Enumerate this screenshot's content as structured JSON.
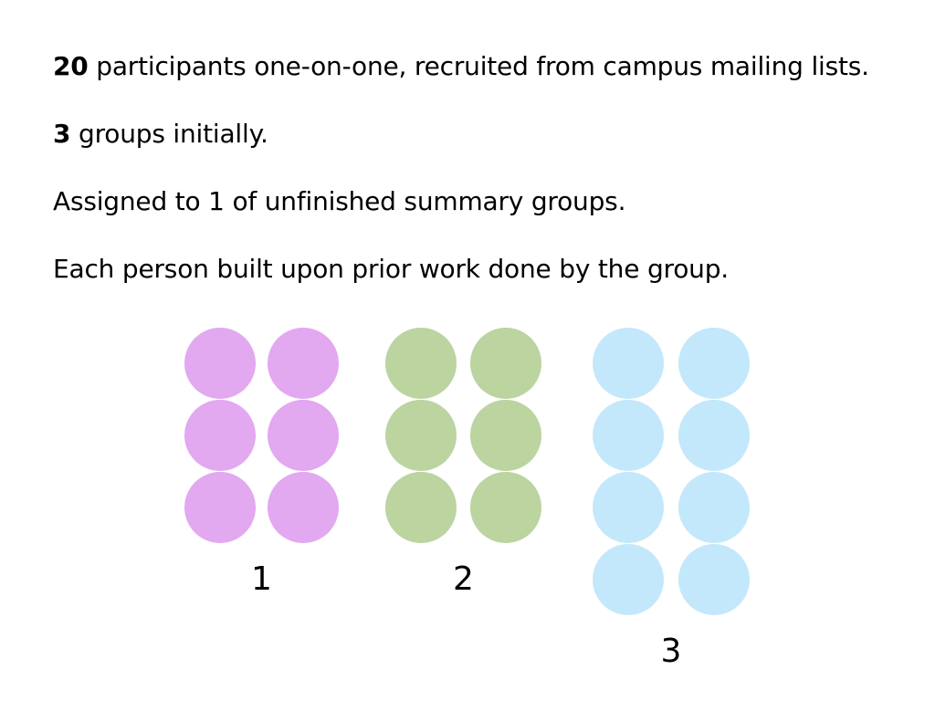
{
  "bullets": [
    {
      "bold": "20",
      "text": " participants one-on-one, recruited from campus mailing lists."
    },
    {
      "bold": "3",
      "text": " groups initially."
    },
    {
      "bold": "",
      "text": "Assigned to 1 of unfinished summary groups."
    },
    {
      "bold": "",
      "text": "Each person built upon prior work done by the group."
    }
  ],
  "groups": [
    {
      "label": "1",
      "color": "#e2a8f0",
      "members": 6
    },
    {
      "label": "2",
      "color": "#bbd4a0",
      "members": 6
    },
    {
      "label": "3",
      "color": "#c4e8fb",
      "members": 8
    }
  ]
}
